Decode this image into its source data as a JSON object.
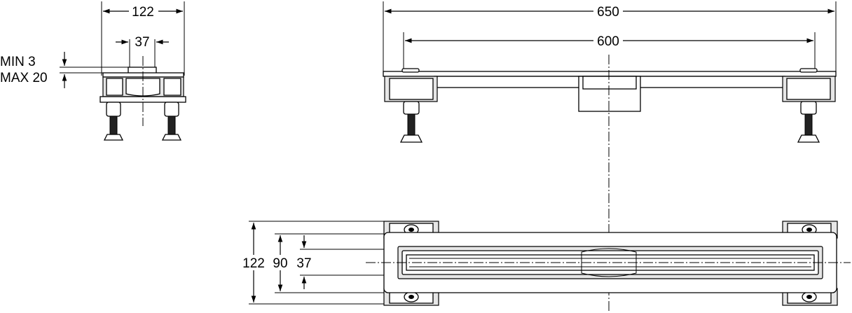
{
  "dimensions": {
    "side_width": "122",
    "side_slot": "37",
    "min_label": "MIN 3",
    "max_label": "MAX 20",
    "front_total": "650",
    "front_inner": "600",
    "plan_width": "122",
    "plan_mid": "90",
    "plan_slot": "37"
  }
}
